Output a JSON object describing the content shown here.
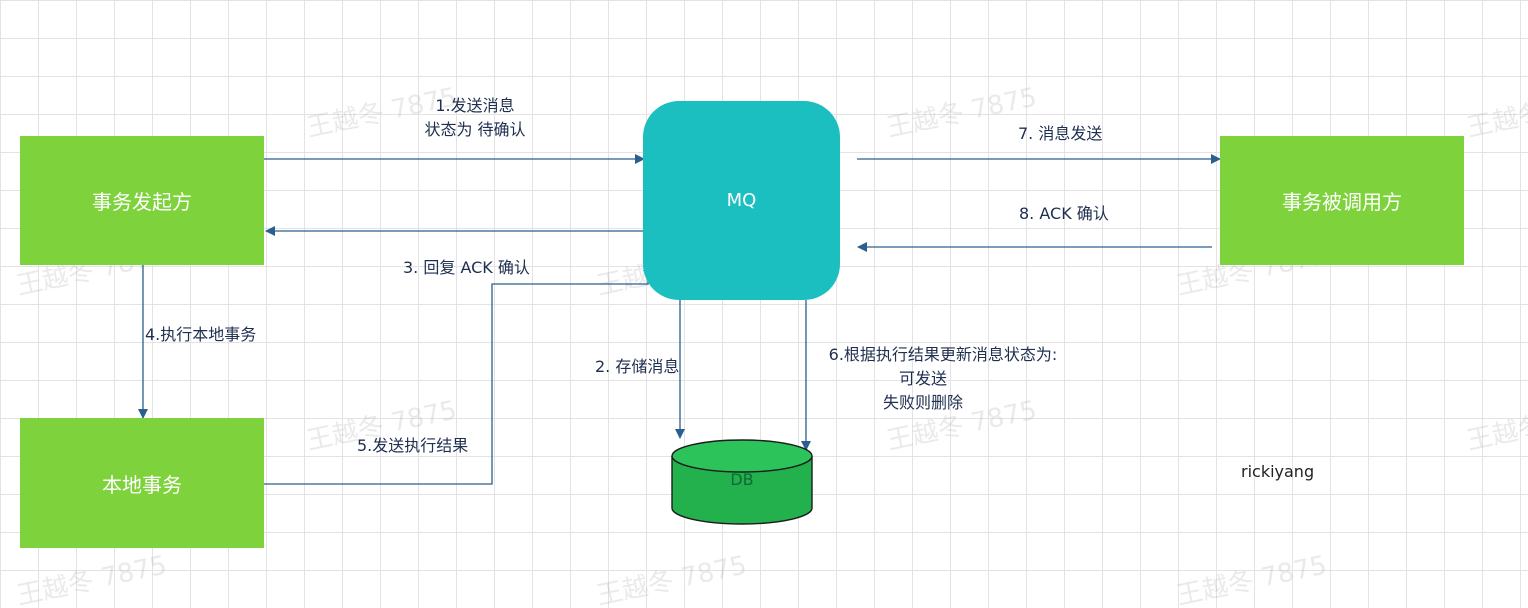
{
  "nodes": {
    "initiator": "事务发起方",
    "mq": "MQ",
    "callee": "事务被调用方",
    "local": "本地事务",
    "db": "DB"
  },
  "edges": {
    "e1_line1": "1.发送消息",
    "e1_line2": "状态为 待确认",
    "e2": "2. 存储消息",
    "e3": "3. 回复 ACK 确认",
    "e4": "4.执行本地事务",
    "e5": "5.发送执行结果",
    "e6_line1": "6.根据执行结果更新消息状态为:",
    "e6_line2": "可发送",
    "e6_line3": "失败则删除",
    "e7": "7. 消息发送",
    "e8": "8. ACK 确认"
  },
  "author": "rickiyang",
  "watermark": "王越冬 7875",
  "colors": {
    "green": "#7ed23b",
    "teal": "#1bbfbf",
    "db": "#22b14c",
    "arrow": "#2a5f8f"
  }
}
